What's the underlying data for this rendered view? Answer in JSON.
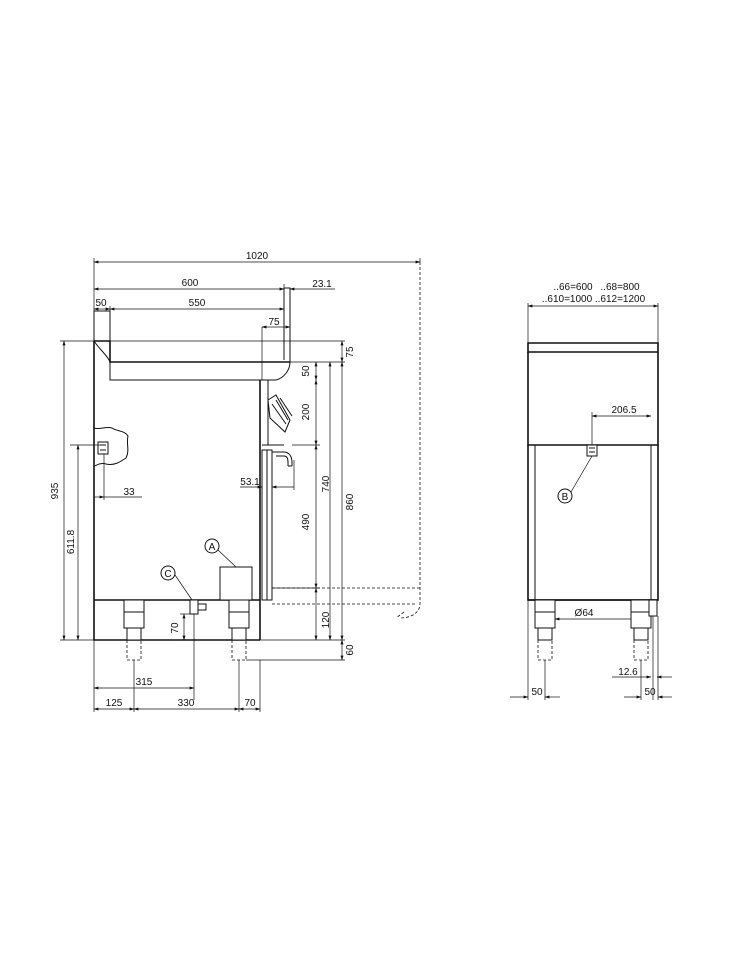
{
  "side_view": {
    "dims": {
      "overall_width": "1020",
      "top_600": "600",
      "top_23_1": "23.1",
      "top_50": "50",
      "top_550": "550",
      "top_75": "75",
      "right_75": "75",
      "right_50": "50",
      "right_200": "200",
      "right_740": "740",
      "right_860": "860",
      "right_490": "490",
      "right_120": "120",
      "right_60": "60",
      "left_935": "935",
      "left_611_8": "611.8",
      "inner_33": "33",
      "inner_53_1": "53.1",
      "drain_70": "70",
      "bottom_315": "315",
      "bottom_125": "125",
      "bottom_330": "330",
      "bottom_70": "70"
    },
    "callouts": {
      "a": "A",
      "c": "C"
    }
  },
  "front_view": {
    "dims": {
      "width_line1_a": "..66=600",
      "width_line1_b": "..68=800",
      "width_line2_a": "..610=1000",
      "width_line2_b": "..612=1200",
      "offset_206_5": "206.5",
      "diameter_64": "Ø64",
      "offset_12_6": "12.6",
      "leg_left_50": "50",
      "leg_right_50": "50"
    },
    "callouts": {
      "b": "B"
    }
  }
}
